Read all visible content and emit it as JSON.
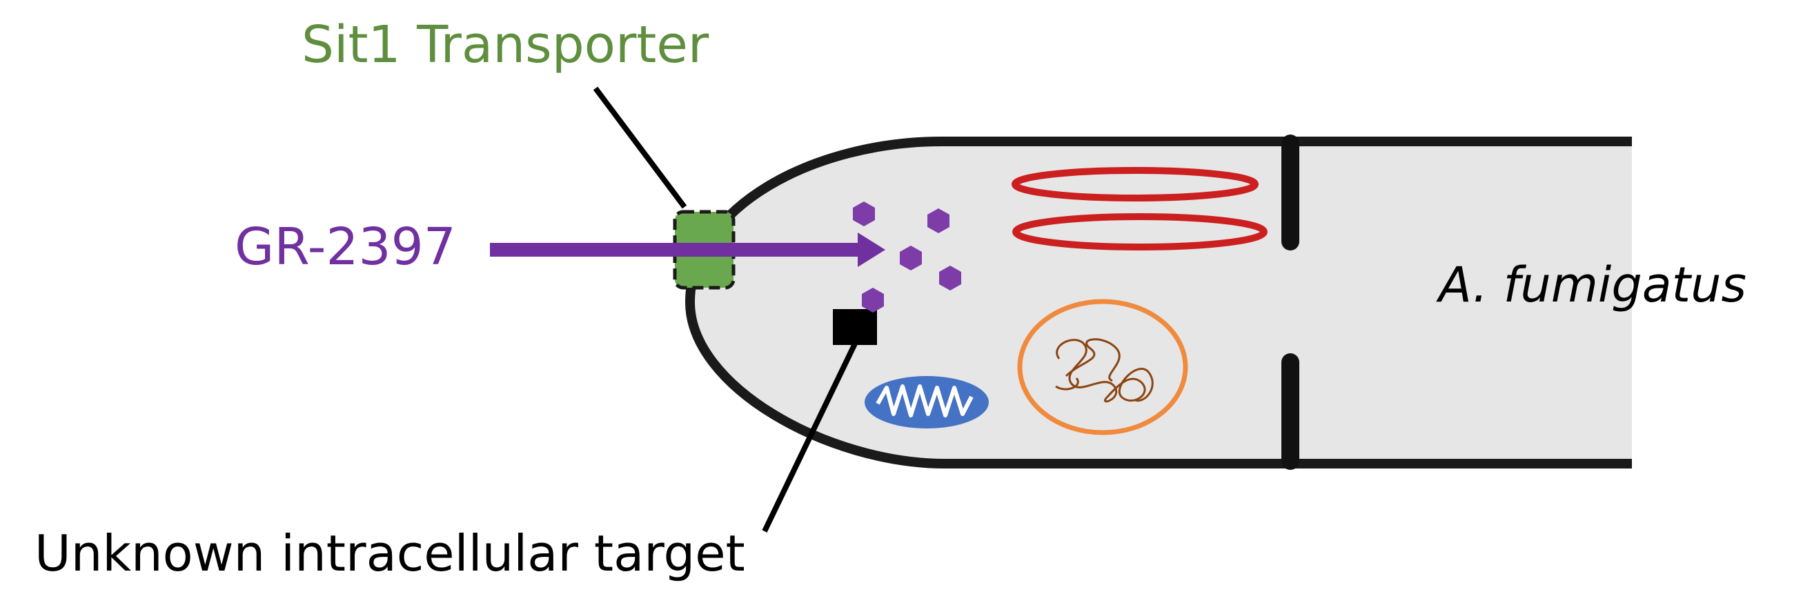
{
  "labels": {
    "transporter": "Sit1 Transporter",
    "compound": "GR-2397",
    "target": "Unknown intracellular target",
    "species": "A. fumigatus"
  },
  "colors": {
    "transporter": "#5f8f3e",
    "transporter_fill": "#6aa84f",
    "compound": "#7030a0",
    "compound_molecule": "#7d3ca8",
    "target": "#000000",
    "cell_fill": "#e6e6e6",
    "cell_outline": "#1a1a1a",
    "er": "#cc1f1f",
    "nucleus": "#f08a3c",
    "dna": "#8b4513",
    "mitochondrion": "#4472c4"
  },
  "icons": {
    "er": "endoplasmic-reticulum-icon",
    "nucleus": "nucleus-icon",
    "mitochondrion": "mitochondrion-icon"
  }
}
